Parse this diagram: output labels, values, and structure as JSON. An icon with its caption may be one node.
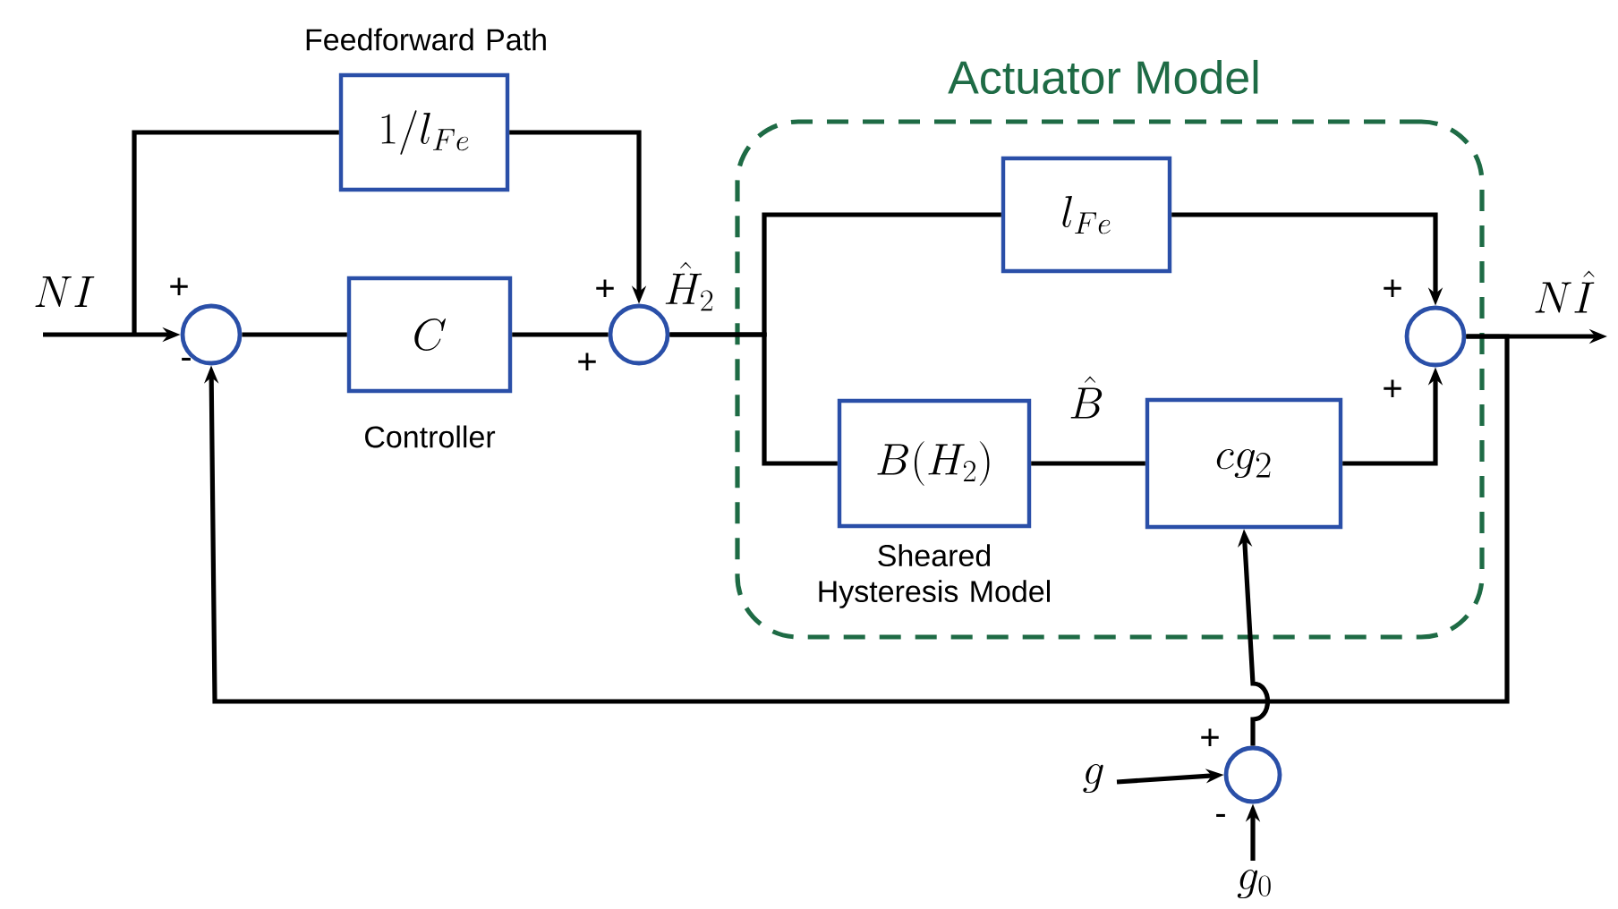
{
  "diagram": {
    "nodes": [
      {
        "text": [
          "Actuator Model"
        ]
      },
      {
        "text": [],
        "shape": "circle"
      },
      {
        "text": [
          "C"
        ],
        "beside": [
          "Controller"
        ]
      },
      {
        "text": [
          "1/l_{Fe}"
        ],
        "beside": [
          "Feedforward Path"
        ]
      },
      {
        "text": [],
        "shape": "circle"
      },
      {
        "text": [
          "l_{Fe}"
        ],
        "in": 0
      },
      {
        "text": [
          "B(H_2)"
        ],
        "in": 0,
        "beside": [
          "Sheared Hysteresis Model"
        ]
      },
      {
        "text": [
          "cg_2"
        ],
        "in": 0
      },
      {
        "text": [],
        "shape": "circle",
        "in": 0
      },
      {
        "text": [],
        "shape": "circle"
      }
    ],
    "edges": [
      {
        "from": null,
        "to": 1,
        "arrow": "to",
        "label": "NI"
      },
      {
        "from": 1,
        "to": 2,
        "arrow": "none"
      },
      {
        "from": 2,
        "to": 4,
        "arrow": "none"
      },
      {
        "from": null,
        "to": 3,
        "arrow": "none"
      },
      {
        "from": 3,
        "to": 4,
        "arrow": "to"
      },
      {
        "from": 4,
        "to": 5,
        "arrow": "none",
        "label": "\\hat{H}_2"
      },
      {
        "from": 4,
        "to": 6,
        "arrow": "none"
      },
      {
        "from": 5,
        "to": 8,
        "arrow": "to"
      },
      {
        "from": 6,
        "to": 7,
        "arrow": "none",
        "label": "\\hat{B}"
      },
      {
        "from": 7,
        "to": 8,
        "arrow": "to"
      },
      {
        "from": 8,
        "to": null,
        "arrow": "to",
        "label": "N\\hat{I}"
      },
      {
        "from": 8,
        "to": 1,
        "arrow": "to"
      },
      {
        "from": null,
        "to": 9,
        "arrow": "to",
        "label": "g"
      },
      {
        "from": null,
        "to": 9,
        "arrow": "to",
        "label": "g_0"
      },
      {
        "from": 9,
        "to": 7,
        "arrow": "to"
      }
    ],
    "labels": [
      "+",
      "-",
      "+",
      "+",
      "+",
      "+",
      "+",
      "-"
    ]
  }
}
